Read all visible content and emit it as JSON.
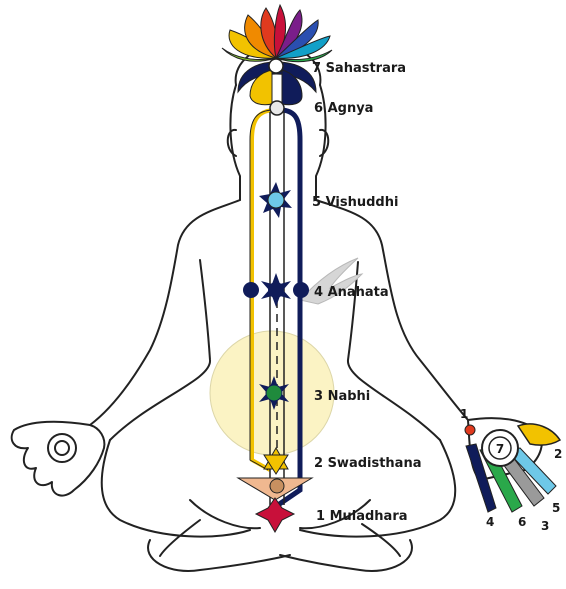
{
  "chakras": [
    {
      "label": "7 Sahastrara"
    },
    {
      "label": "6 Agnya"
    },
    {
      "label": "5 Vishuddhi"
    },
    {
      "label": "4 Anahata"
    },
    {
      "label": "3 Nabhi"
    },
    {
      "label": "2 Swadisthana"
    },
    {
      "label": "1 Muladhara"
    }
  ],
  "palm_center": "7",
  "fingers": [
    "1",
    "2",
    "3",
    "4",
    "5",
    "6"
  ],
  "colors": {
    "outline": "#222222",
    "left_channel": "#f2c200",
    "right_channel": "#101c5a",
    "nabhi_glow": "#fbf3c4",
    "vishuddhi": "#6ec8e8",
    "nabhi": "#1f8a3c",
    "swadisthana": "#f2c200",
    "muladhara": "#c8103a",
    "muladhara_base": "#f0b890",
    "anahata": "#101c5a"
  },
  "lotus_petal_colors": [
    "#f2c200",
    "#f08a00",
    "#e03a1e",
    "#c8103a",
    "#7a1e8a",
    "#2a4fb0",
    "#12a0c8",
    "#2aa84a",
    "#8ac83a"
  ],
  "finger_colors": [
    "#e03a1e",
    "#f2c200",
    "#6ec8e8",
    "#101c5a",
    "#9a9a9a",
    "#2aa84a"
  ]
}
